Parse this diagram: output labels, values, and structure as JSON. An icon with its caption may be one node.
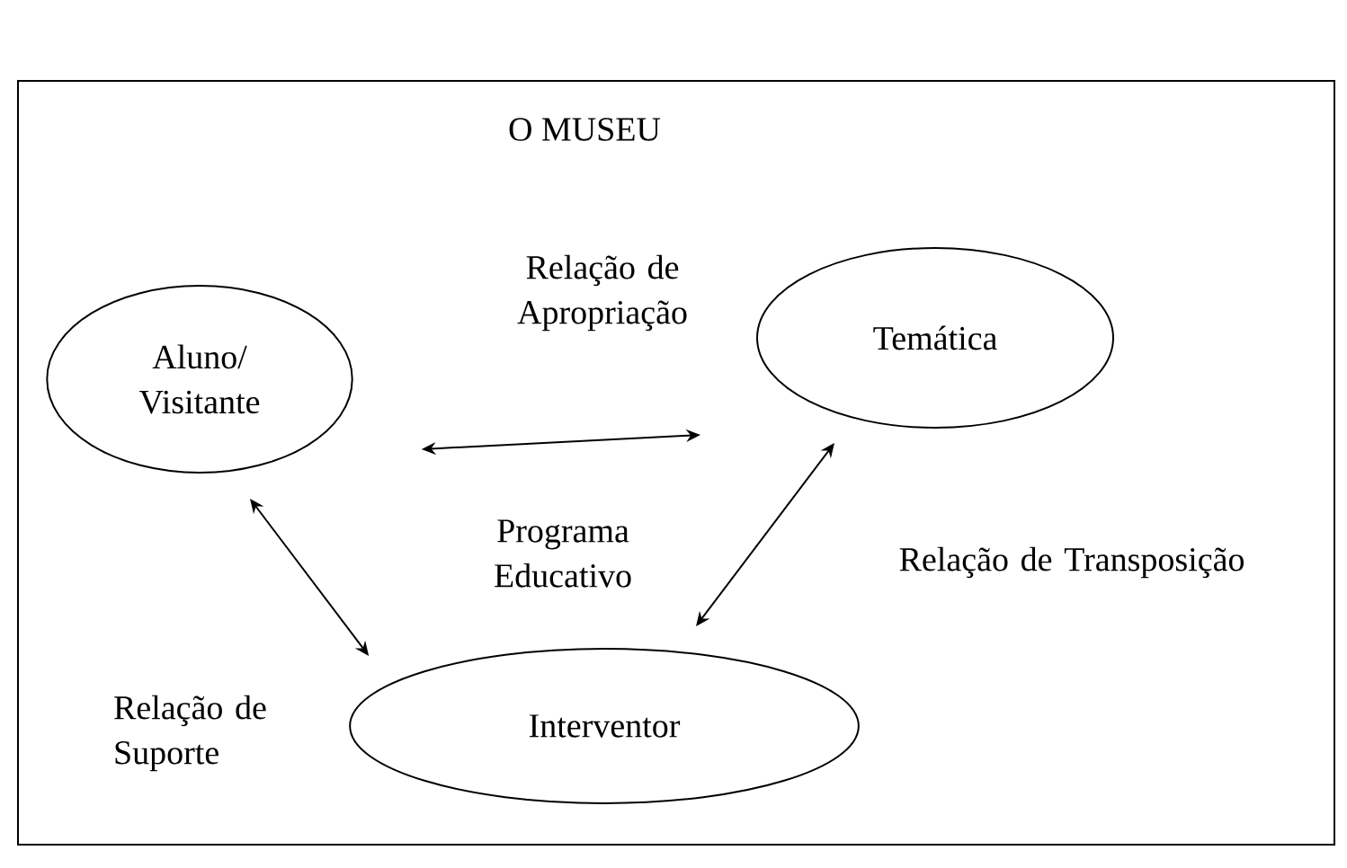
{
  "diagram": {
    "nodes": [
      {
        "text": [
          "O MUSEU"
        ]
      },
      {
        "text": [
          "Aluno/ Visitante"
        ],
        "in": 0
      },
      {
        "text": [
          "Temática"
        ],
        "in": 0
      },
      {
        "text": [
          "Interventor"
        ],
        "in": 0
      }
    ],
    "edges": [
      {
        "from": 1,
        "to": 2,
        "arrow": "both",
        "label": "Relação de Apropriação"
      },
      {
        "from": 1,
        "to": 3,
        "arrow": "both",
        "label": "Relação de Suporte"
      },
      {
        "from": 2,
        "to": 3,
        "arrow": "both",
        "label": "Relação de Transposição"
      }
    ],
    "labels": [
      "Programa Educativo"
    ]
  }
}
